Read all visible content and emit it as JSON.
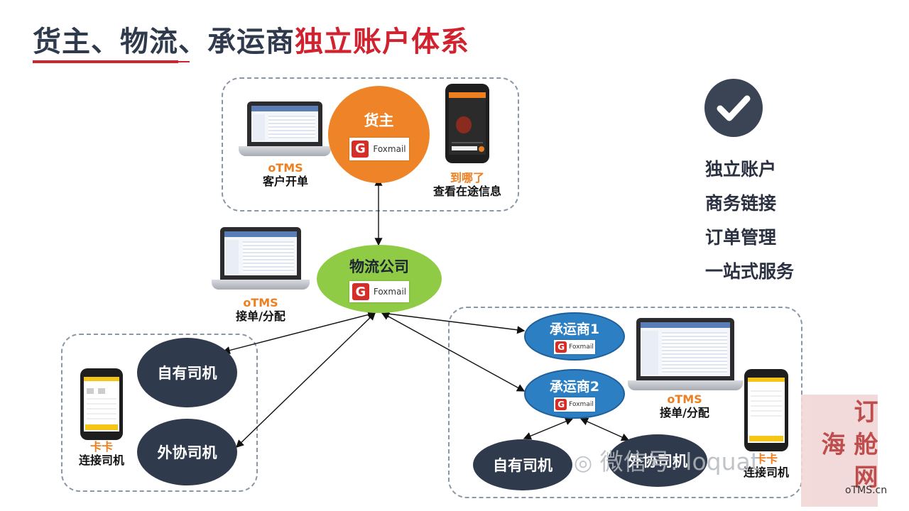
{
  "title": {
    "part1": "货主、物流、承运商",
    "part2": "独立账户体系"
  },
  "colors": {
    "accent_red": "#d0222f",
    "shipper_orange": "#ee8427",
    "logistics_green": "#8fcb45",
    "carrier_blue": "#2d7fc3",
    "driver_navy": "#2f3a4d",
    "dashed_border": "#8a97a6"
  },
  "nodes": {
    "shipper": {
      "label": "货主",
      "logo_text": "Foxmail"
    },
    "logistics": {
      "label": "物流公司",
      "logo_text": "Foxmail"
    },
    "carrier1": {
      "label": "承运商1",
      "logo_text": "Foxmail"
    },
    "carrier2": {
      "label": "承运商2",
      "logo_text": "Foxmail"
    },
    "own_driver_left": {
      "label": "自有司机"
    },
    "outsource_driver_left": {
      "label": "外协司机"
    },
    "own_driver_right": {
      "label": "自有司机"
    },
    "outsource_driver_right": {
      "label": "外协司机"
    }
  },
  "captions": {
    "shipper_laptop": {
      "brand": "oTMS",
      "desc": "客户开单"
    },
    "shipper_phone": {
      "brand": "到哪了",
      "desc": "查看在途信息"
    },
    "logistics_laptop": {
      "brand": "oTMS",
      "desc": "接单/分配"
    },
    "left_phone": {
      "brand": "卡卡",
      "desc": "连接司机"
    },
    "carrier_laptop": {
      "brand": "oTMS",
      "desc": "接单/分配"
    },
    "right_phone": {
      "brand": "卡卡",
      "desc": "连接司机"
    }
  },
  "features": [
    "独立账户",
    "商务链接",
    "订单管理",
    "一站式服务"
  ],
  "icons": {
    "check": "check-icon",
    "foxmail": "foxmail-logo-icon",
    "wechat": "wechat-icon"
  },
  "watermark": {
    "text": "微信号: loquat"
  },
  "seal": {
    "chars": [
      "订",
      "舱",
      "网",
      "海"
    ]
  },
  "brand_footer": "oTMS.cn"
}
